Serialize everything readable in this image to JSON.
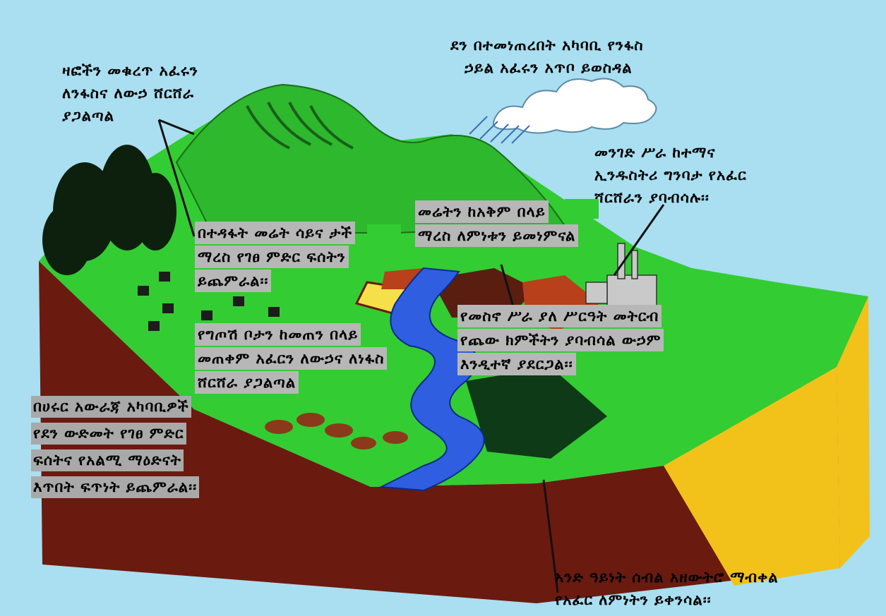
{
  "labels": {
    "top_left": [
      "ዛፎችን መቁረጥ አፈሩን",
      "ለንፋስና ለውኃ ሸርሸራ",
      "ያጋልጣል"
    ],
    "top_center": [
      "ደን በተመነጠረበት አካባቢ የንፋስ",
      "ኃይል አፈሩን አጥቦ ይወስዳል"
    ],
    "right_industry": [
      "መንገድ ሥራ ከተማና",
      "ኢንዱስትሪ ግንባታ የአፈር",
      "ሸርሸራን ያባብሳሉ፡፡"
    ],
    "mid_overuse": [
      "መሬትን ከአቅም በላይ",
      "ማረስ ለምነቱን ይመነምናል"
    ],
    "mid_slope": [
      "በተዳፋት መሬት ሳይና ታች",
      "ማረስ የገፀ ምድር ፍሰትን",
      "ይጨምራል፡፡"
    ],
    "mid_grazing": [
      "የግጦሽ ቦታን ከመጠን በላይ",
      "መጠቀም አፈርን ለውኃና ለነፋስ",
      "ሸርሸራ ያጋልጣል"
    ],
    "right_irrigation": [
      "የመስኖ ሥራ ያለ ሥርዓት መትርብ",
      "የጨው ክምችትን ያባብሳል ውኃም",
      "እንዲተኛ ያደርጋል፡፡"
    ],
    "left_desert": [
      "በሀሩር አውራጃ አካባቢዎች",
      "የደን ውድመት የገፀ ምድር",
      "ፍሰትና የአልሚ ማዕድናት",
      "እጥበት ፍጥነት ይጨምራል፡፡"
    ],
    "bottom_crop": [
      "አንድ ዓይነት ሰብል አዘውትሮ ማብቀል",
      "የአፈር ለምነትን ይቀንሳል፡፡"
    ]
  },
  "colors": {
    "sky": "#a9dff0",
    "grass": "#33cc33",
    "soil_front": "#6b1a0f",
    "soil_side": "#f2c21a",
    "river": "#2f5fe0",
    "label_box": "#b7b7b7"
  }
}
